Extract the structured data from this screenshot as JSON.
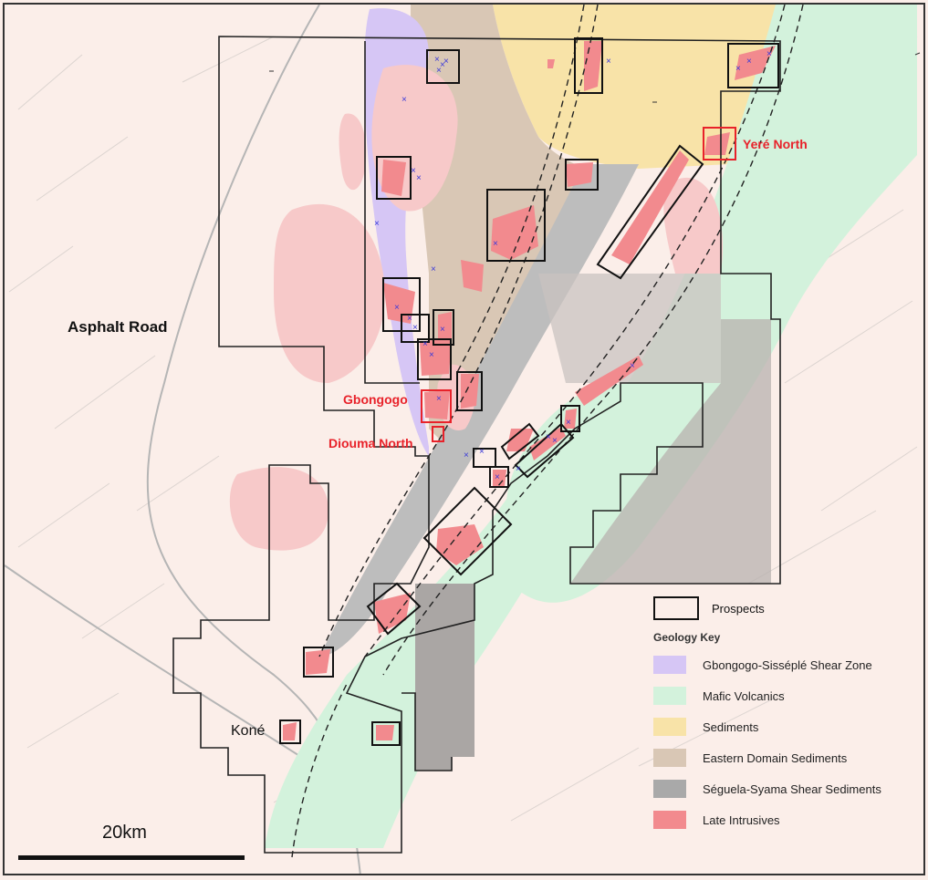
{
  "map": {
    "labels": {
      "asphalt_road": "Asphalt Road",
      "kone": "Koné",
      "yere_north": "Yeré North",
      "gbongogo": "Gbongogo",
      "diouma_north": "Diouma North"
    },
    "scale_bar": {
      "label": "20km"
    },
    "legend": {
      "prospects_label": "Prospects",
      "key_title": "Geology Key",
      "items": [
        {
          "label": "Gbongogo-Sisséplé Shear Zone",
          "color": "#d6c6f5"
        },
        {
          "label": "Mafic Volcanics",
          "color": "#d3f2dc"
        },
        {
          "label": "Sediments",
          "color": "#f8e3a8"
        },
        {
          "label": "Eastern Domain Sediments",
          "color": "#d9c7b5"
        },
        {
          "label": "Séguela-Syama Shear Sediments",
          "color": "#a9a9a9"
        },
        {
          "label": "Late Intrusives",
          "color": "#f28a8e"
        }
      ]
    },
    "colors": {
      "background": "#fbeee9",
      "red_label": "#e8222a",
      "prospect_outline": "#1a1a1a",
      "highlight_prospect": "#e8222a",
      "drill_marker": "#3a3ad9"
    }
  }
}
